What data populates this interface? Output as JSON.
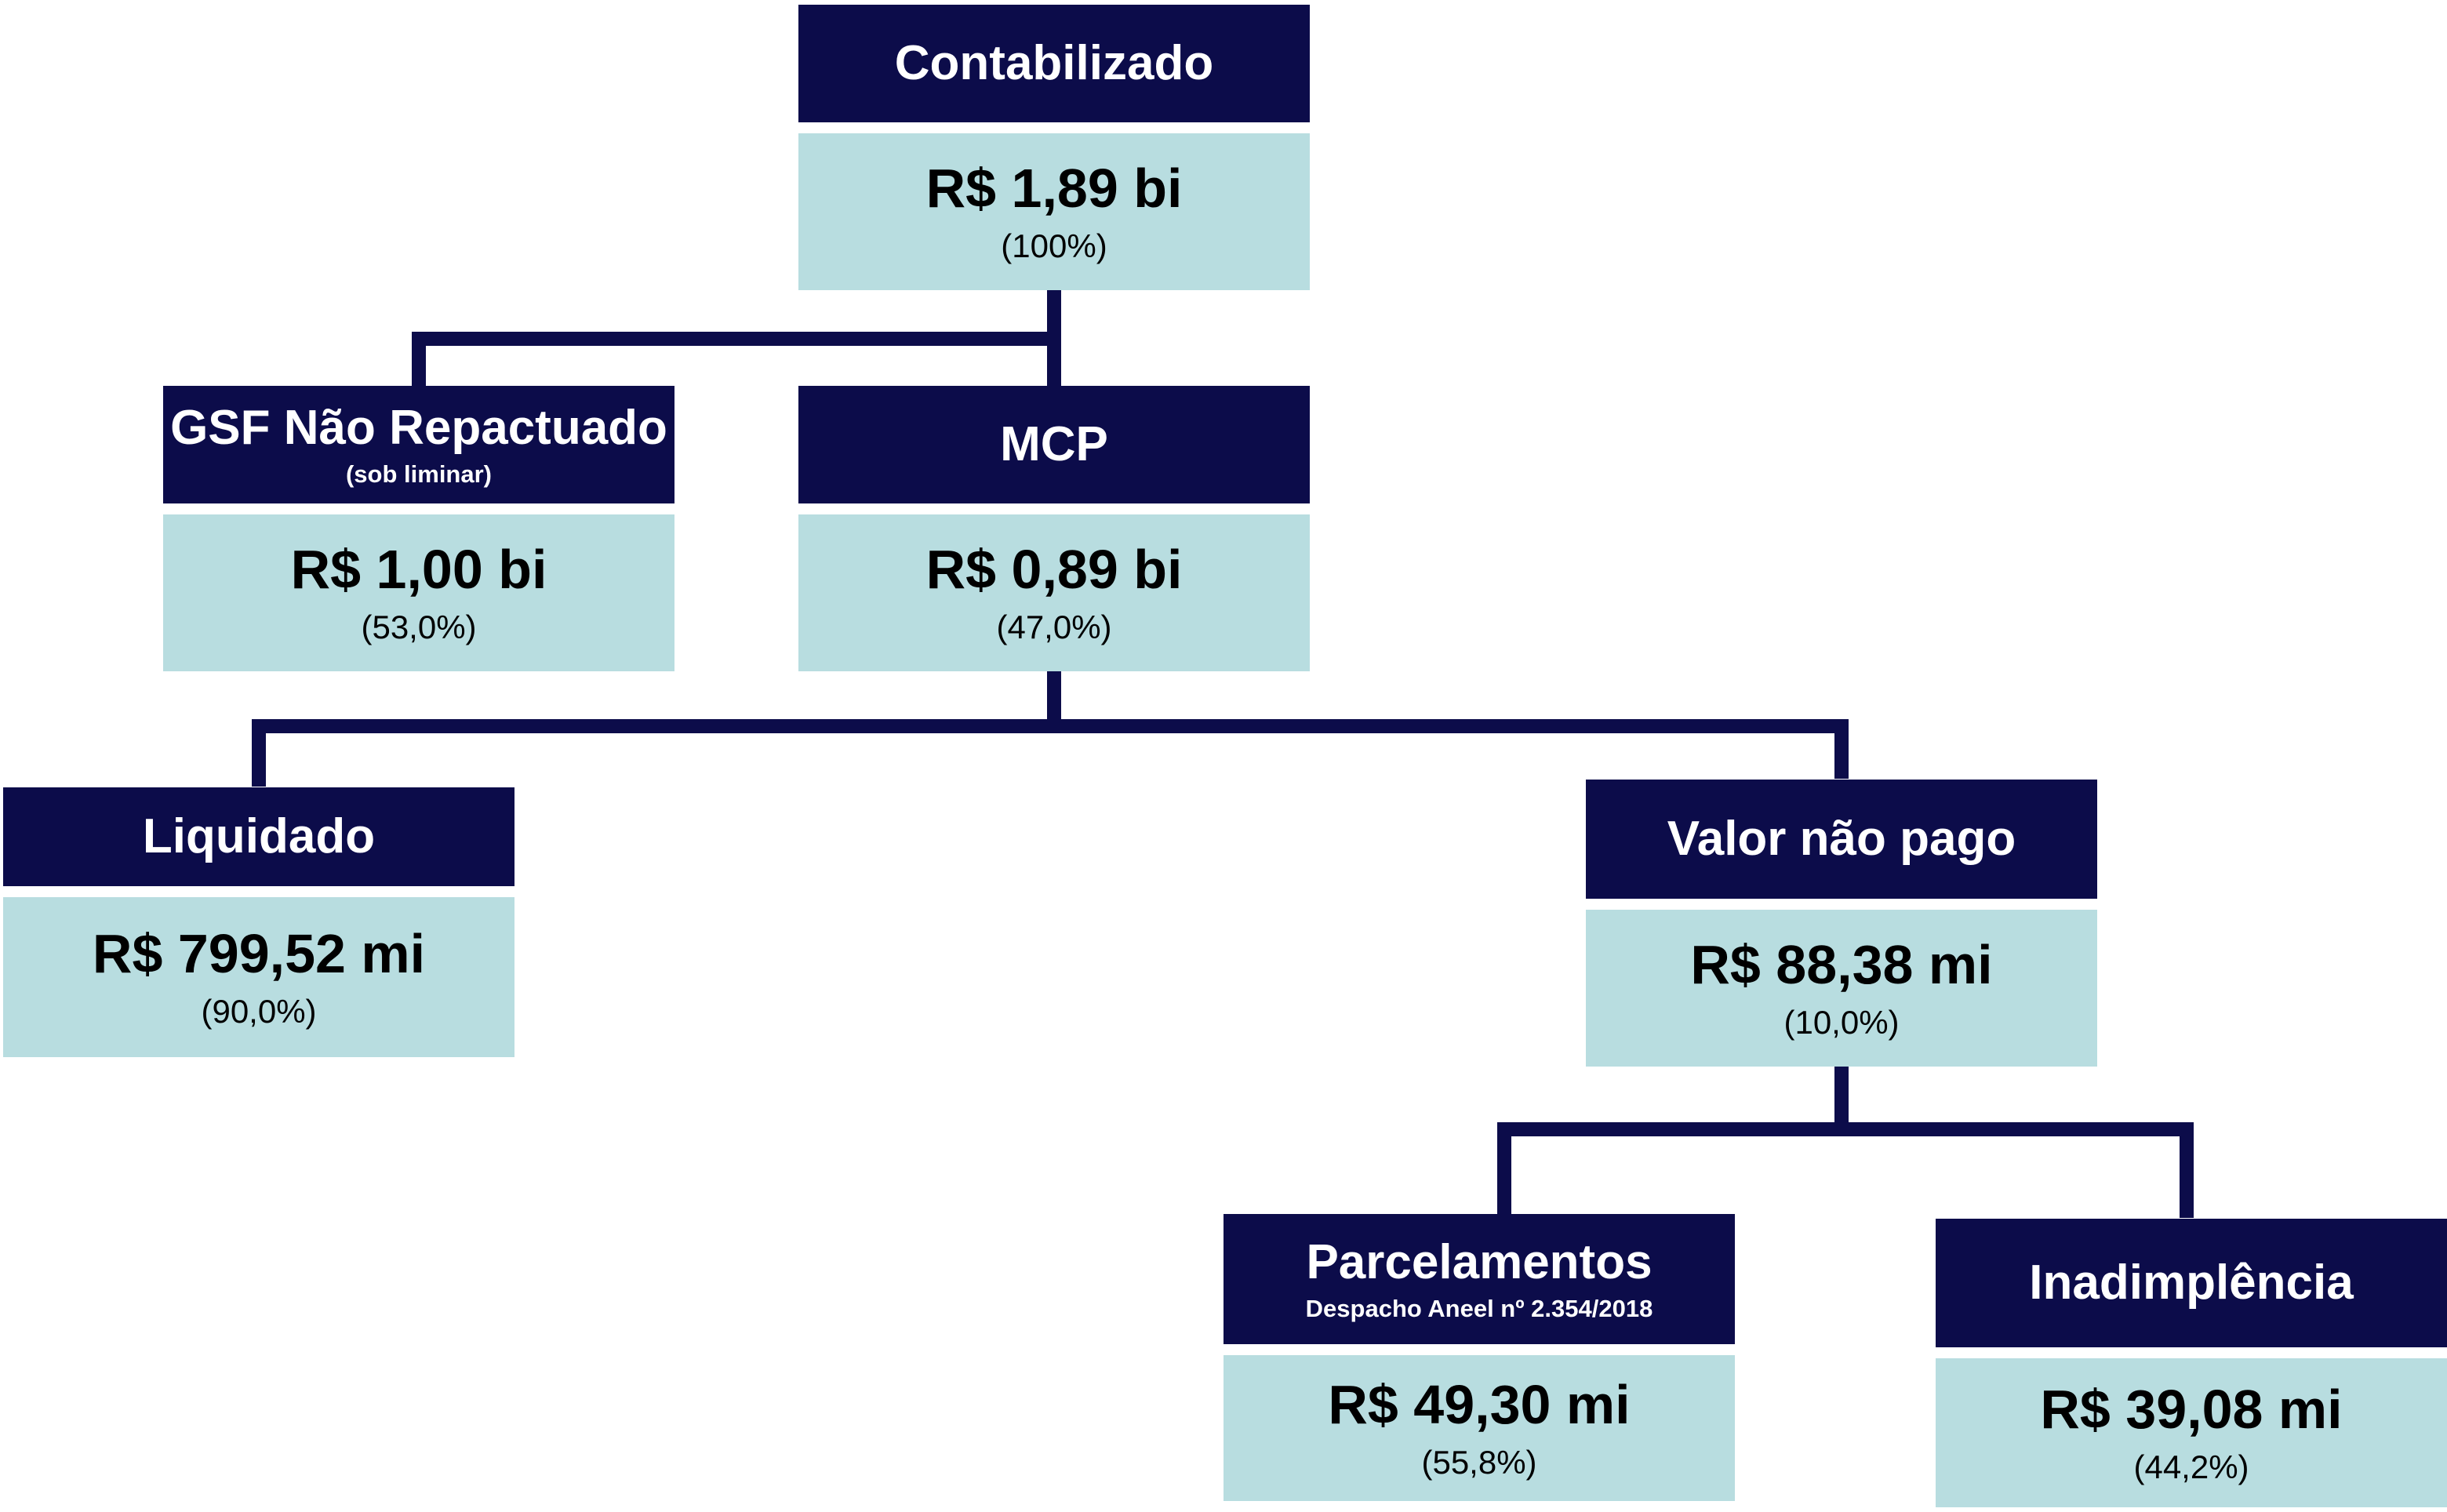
{
  "colors": {
    "header_bg": "#0c0c4a",
    "body_bg": "#b8dde0",
    "connector": "#0c0c4a"
  },
  "nodes": {
    "contabilizado": {
      "title": "Contabilizado",
      "value": "R$ 1,89 bi",
      "share": "(100%)"
    },
    "gsf": {
      "title": "GSF Não Repactuado",
      "subtitle": "(sob liminar)",
      "value": "R$ 1,00 bi",
      "share": "(53,0%)"
    },
    "mcp": {
      "title": "MCP",
      "value": "R$ 0,89 bi",
      "share": "(47,0%)"
    },
    "liquidado": {
      "title": "Liquidado",
      "value": "R$ 799,52 mi",
      "share": "(90,0%)"
    },
    "valor_nao_pago": {
      "title": "Valor não pago",
      "value": "R$ 88,38 mi",
      "share": "(10,0%)"
    },
    "parcelamentos": {
      "title": "Parcelamentos",
      "subtitle": "Despacho Aneel nº 2.354/2018",
      "value": "R$ 49,30 mi",
      "share": "(55,8%)"
    },
    "inadimplencia": {
      "title": "Inadimplência",
      "value": "R$ 39,08 mi",
      "share": "(44,2%)"
    }
  }
}
